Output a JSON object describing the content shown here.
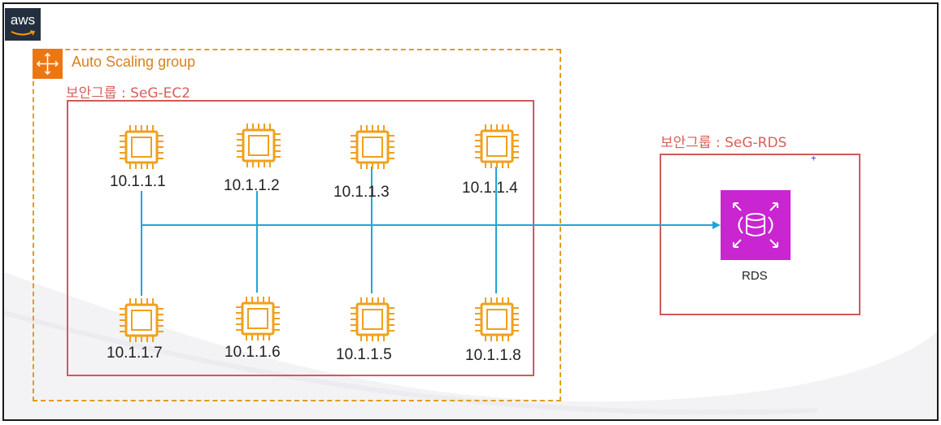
{
  "logo": {
    "text": "aws"
  },
  "auto_scaling_group": {
    "label": "Auto Scaling group"
  },
  "security_groups": {
    "ec2": {
      "label": "보안그룹 : SeG-EC2"
    },
    "rds": {
      "label": "보안그룹 : SeG-RDS"
    }
  },
  "instances": {
    "top": [
      "10.1.1.1",
      "10.1.1.2",
      "10.1.1.3",
      "10.1.1.4"
    ],
    "bottom": [
      "10.1.1.7",
      "10.1.1.6",
      "10.1.1.5",
      "10.1.1.8"
    ]
  },
  "rds": {
    "label": "RDS"
  },
  "colors": {
    "asg_border": "#e39b1f",
    "asg_icon": "#ee7611",
    "security_group": "#cf5b5b",
    "ec2_chip": "#f0a01c",
    "rds_icon": "#c925d1",
    "connector": "#1fa6d8"
  }
}
